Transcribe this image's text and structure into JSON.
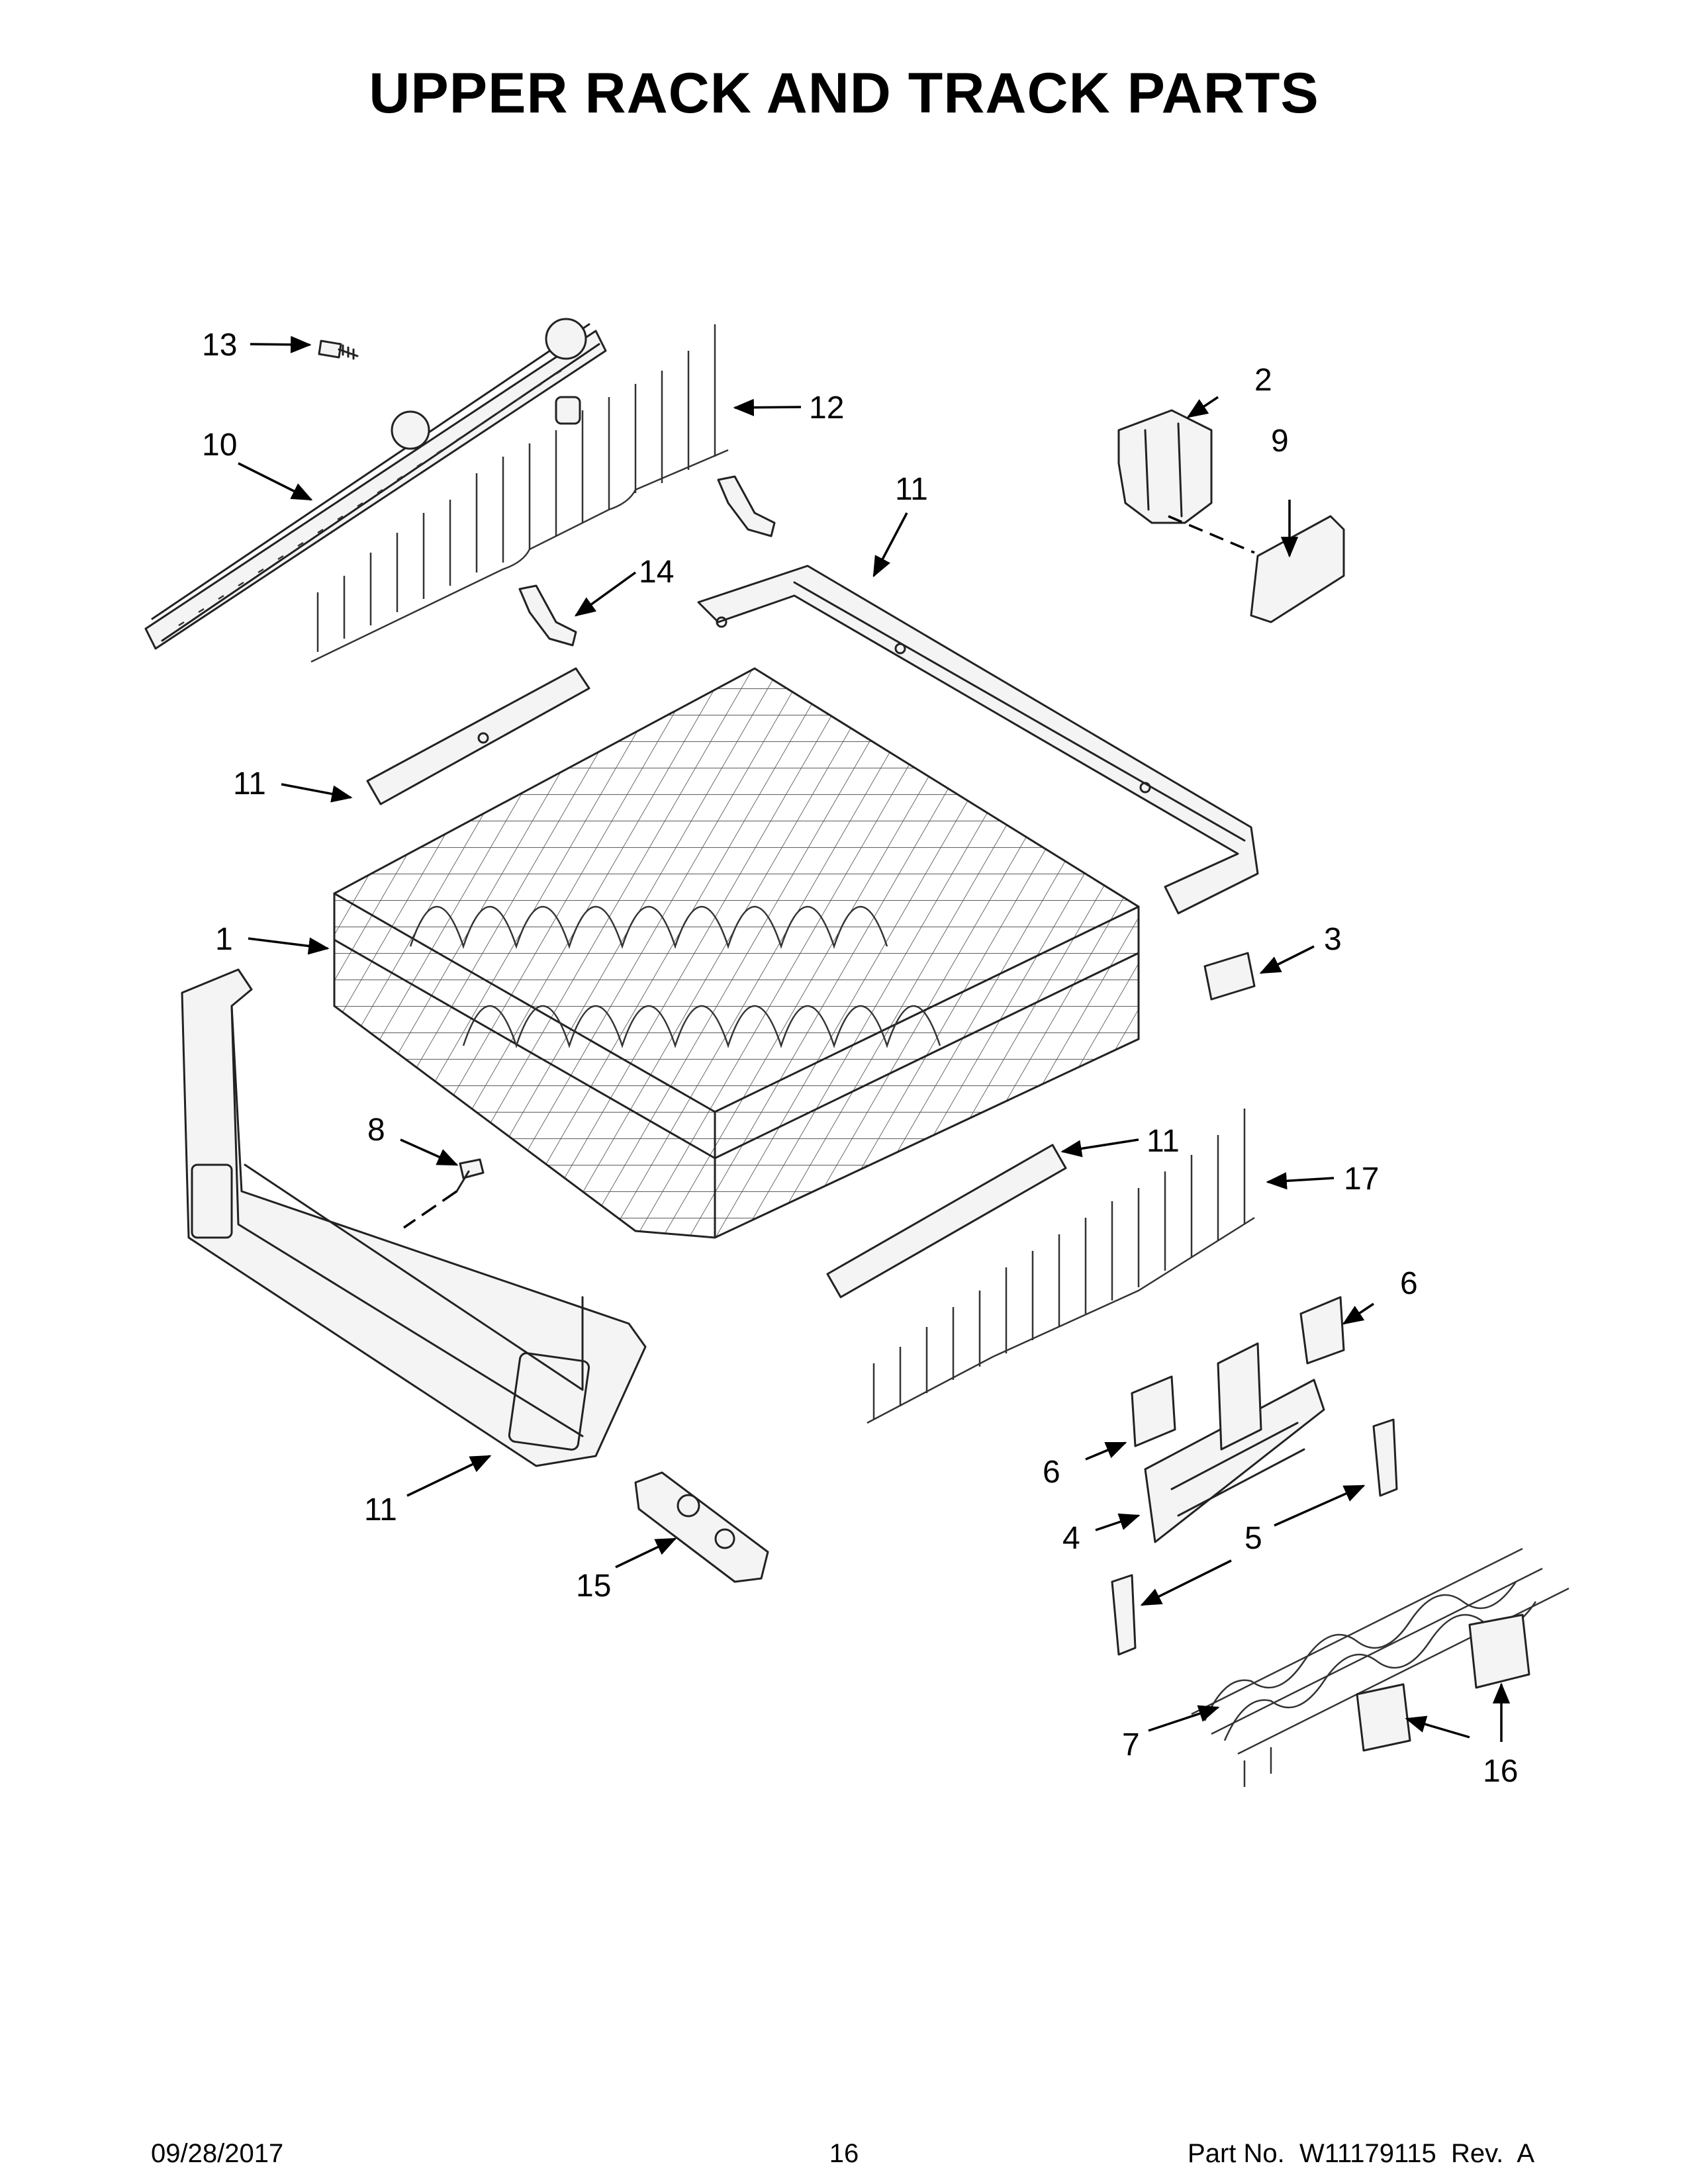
{
  "title": "UPPER RACK AND TRACK PARTS",
  "callouts": {
    "c1": "1",
    "c2": "2",
    "c3": "3",
    "c4": "4",
    "c5": "5",
    "c6a": "6",
    "c6b": "6",
    "c7": "7",
    "c8": "8",
    "c9": "9",
    "c10": "10",
    "c11a": "11",
    "c11b": "11",
    "c11c": "11",
    "c11d": "11",
    "c12": "12",
    "c13": "13",
    "c14": "14",
    "c15": "15",
    "c16": "16",
    "c17": "17"
  },
  "footer": {
    "date": "09/28/2017",
    "page": "16",
    "part": "Part No.  W11179115  Rev.  A"
  }
}
